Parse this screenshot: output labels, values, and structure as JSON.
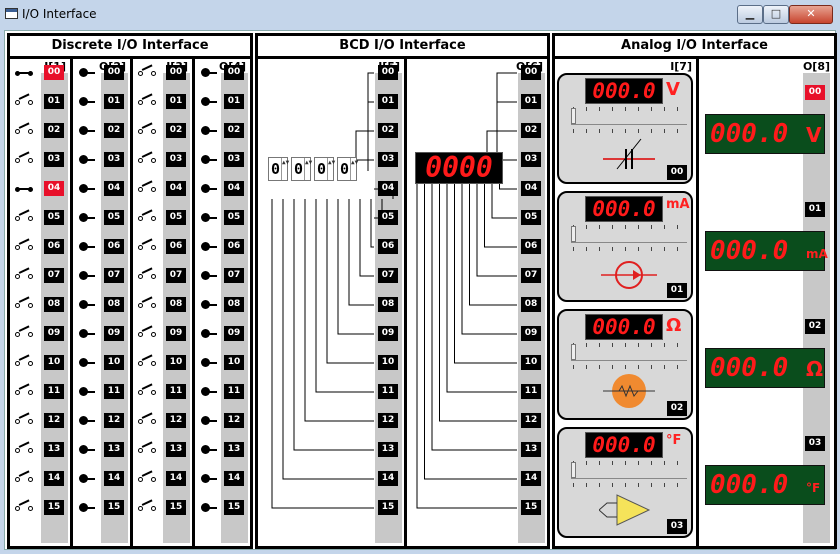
{
  "window": {
    "title": "I/O Interface"
  },
  "panels": {
    "discrete": "Discrete I/O Interface",
    "bcd": "BCD I/O Interface",
    "analog": "Analog I/O Interface"
  },
  "columns": {
    "i1": "I[1]",
    "o2": "O[2]",
    "i3": "I[3]",
    "o4": "O[4]",
    "i5": "I[5]",
    "o6": "O[6]",
    "i7": "I[7]",
    "o8": "O[8]"
  },
  "channels": [
    "00",
    "01",
    "02",
    "03",
    "04",
    "05",
    "06",
    "07",
    "08",
    "09",
    "10",
    "11",
    "12",
    "13",
    "14",
    "15"
  ],
  "discrete_active_channels": [
    "00",
    "04"
  ],
  "bcd": {
    "input_digits": [
      "0",
      "0",
      "0",
      "0"
    ],
    "output_display": "0000"
  },
  "analog_inputs": [
    {
      "channel": "00",
      "reading": "000.0",
      "unit": "V",
      "icon": "variable-capacitor-icon"
    },
    {
      "channel": "01",
      "reading": "000.0",
      "unit": "mA",
      "icon": "current-source-icon"
    },
    {
      "channel": "02",
      "reading": "000.0",
      "unit": "Ω",
      "icon": "potentiometer-icon"
    },
    {
      "channel": "03",
      "reading": "000.0",
      "unit": "°F",
      "icon": "thermocouple-amplifier-icon"
    }
  ],
  "analog_outputs": [
    {
      "channel": "00",
      "reading": "000.0",
      "unit": "V"
    },
    {
      "channel": "01",
      "reading": "000.0",
      "unit": "mA"
    },
    {
      "channel": "02",
      "reading": "000.0",
      "unit": "Ω"
    },
    {
      "channel": "03",
      "reading": "000.0",
      "unit": "°F"
    }
  ],
  "colors": {
    "active_channel": "#e8102a",
    "segment_red": "#ff1a1a",
    "output_green": "#0a4d1c"
  }
}
